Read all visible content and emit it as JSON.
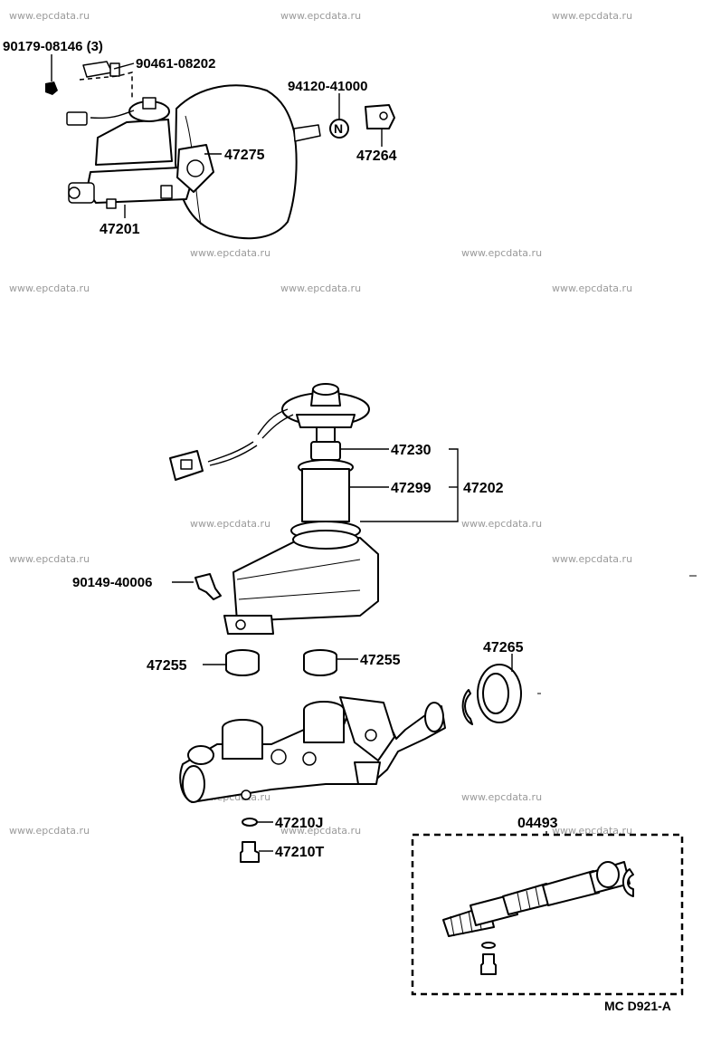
{
  "watermark": "www.epcdata.ru",
  "parts": {
    "p90179": "90179-08146 (3)",
    "p90461": "90461-08202",
    "p94120": "94120-41000",
    "p47275": "47275",
    "p47264": "47264",
    "p47201": "47201",
    "p47230": "47230",
    "p47299": "47299",
    "p47202": "47202",
    "p90149": "90149-40006",
    "p47255a": "47255",
    "p47255b": "47255",
    "p47265": "47265",
    "p47210J": "47210J",
    "p47210T": "47210T",
    "p04493": "04493"
  },
  "figure_code": "MC D921-A",
  "nut_letter": "N"
}
